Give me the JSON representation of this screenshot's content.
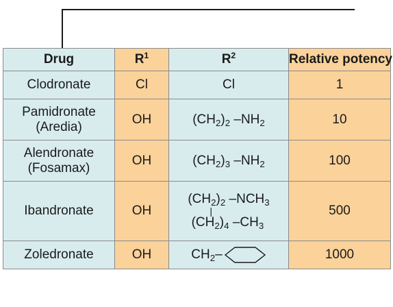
{
  "table": {
    "headers": {
      "drug": "Drug",
      "r1": "R",
      "r1_sup": "1",
      "r2": "R",
      "r2_sup": "2",
      "potency": "Relative potency"
    },
    "rows": [
      {
        "drug_line1": "Clodronate",
        "drug_line2": "",
        "r1": "Cl",
        "r2": "Cl",
        "potency": "1"
      },
      {
        "drug_line1": "Pamidronate",
        "drug_line2": "(Aredia)",
        "r1": "OH",
        "r2": {
          "open": "(CH",
          "sub1": "2",
          "close": ")",
          "sub2": "2",
          "tail": "–NH",
          "sub3": "2"
        },
        "potency": "10"
      },
      {
        "drug_line1": "Alendronate",
        "drug_line2": "(Fosamax)",
        "r1": "OH",
        "r2": {
          "open": "(CH",
          "sub1": "2",
          "close": ")",
          "sub2": "3",
          "tail": "–NH",
          "sub3": "2"
        },
        "potency": "100"
      },
      {
        "drug_line1": "Ibandronate",
        "drug_line2": "",
        "r1": "OH",
        "r2": {
          "line1": {
            "open": "(CH",
            "sub1": "2",
            "close": ")",
            "sub2": "2",
            "tail": "–NCH",
            "sub3": "3"
          },
          "bar": "|",
          "line2": {
            "open": "(CH",
            "sub1": "2",
            "close": ")",
            "sub2": "4",
            "tail": "–CH",
            "sub3": "3"
          }
        },
        "potency": "500"
      },
      {
        "drug_line1": "Zoledronate",
        "drug_line2": "",
        "r1": "OH",
        "r2": {
          "text": "CH",
          "sub": "2",
          "dash": "–",
          "ring_icon": "pentagon-ring-icon"
        },
        "potency": "1000"
      }
    ]
  },
  "colors": {
    "blue_cell": "#d8ecee",
    "orange_cell": "#fad29a",
    "border": "#8a8a8a"
  }
}
